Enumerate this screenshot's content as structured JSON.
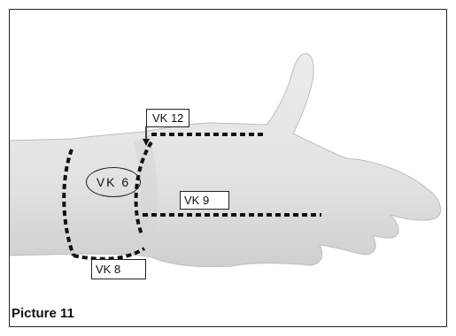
{
  "figure": {
    "caption": "Picture 11",
    "labels": {
      "vk12": "VK 12",
      "vk6": "VK 6",
      "vk9": "VK 9",
      "vk8": "VK 8"
    },
    "colors": {
      "skin": "#e3e3e3",
      "skin_shadow": "#c9c9c9",
      "dash_line": "#111111",
      "frame": "#222222"
    }
  }
}
